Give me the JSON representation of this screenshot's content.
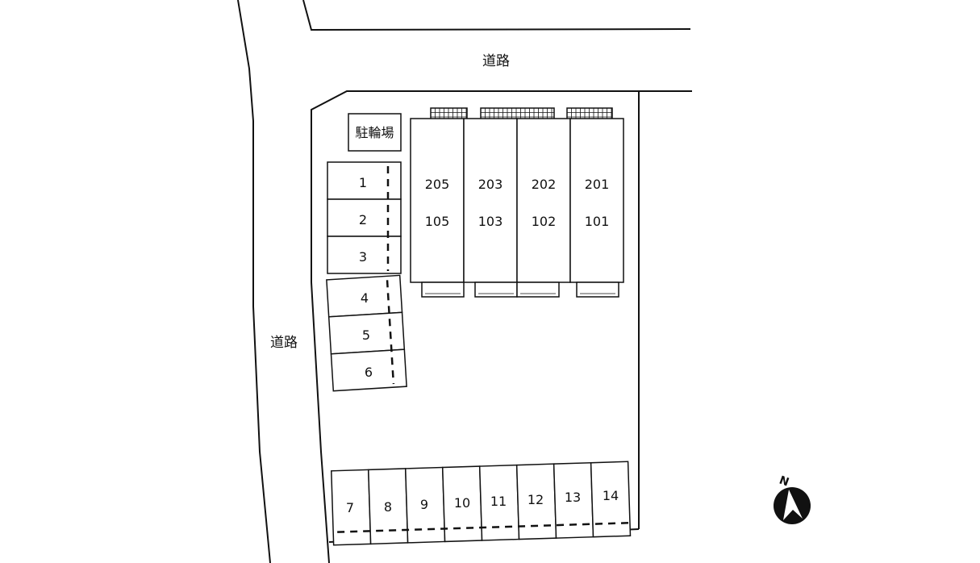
{
  "roads": {
    "top_label": "道路",
    "left_label": "道路"
  },
  "bicycle_parking": {
    "label": "駐輪場"
  },
  "units": [
    {
      "upper": "205",
      "lower": "105"
    },
    {
      "upper": "203",
      "lower": "103"
    },
    {
      "upper": "202",
      "lower": "102"
    },
    {
      "upper": "201",
      "lower": "101"
    }
  ],
  "parking_left": [
    "1",
    "2",
    "3",
    "4",
    "5",
    "6"
  ],
  "parking_bottom": [
    "7",
    "8",
    "9",
    "10",
    "11",
    "12",
    "13",
    "14"
  ],
  "compass": {
    "label": "N",
    "icon": "north-arrow-icon"
  },
  "colors": {
    "line": "#111111",
    "background": "#ffffff"
  }
}
